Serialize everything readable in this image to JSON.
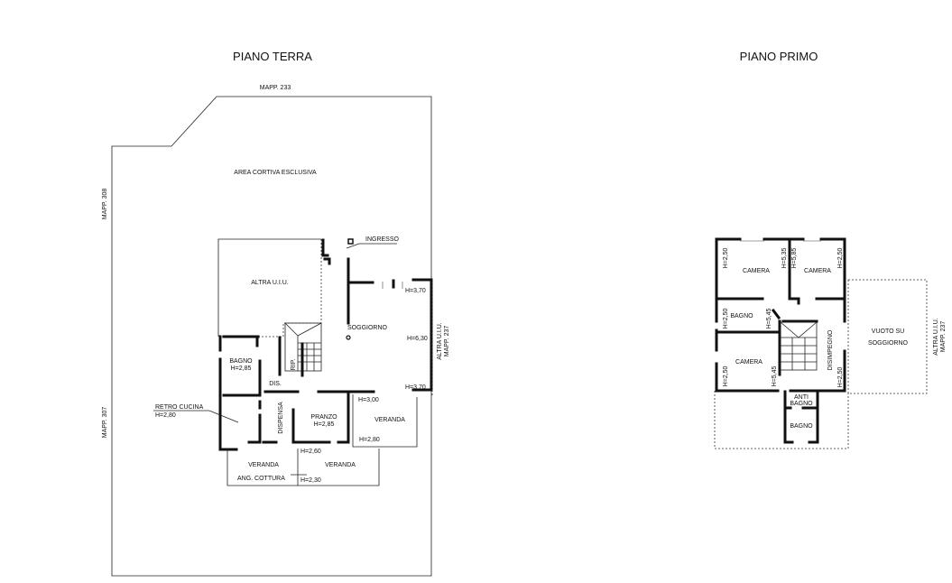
{
  "ground_floor": {
    "title": "PIANO TERRA",
    "parcel_north": "MAPP. 233",
    "parcel_west_top": "MAPP. 308",
    "parcel_west_bottom": "MAPP. 307",
    "courtyard": "AREA CORTIVA ESCLUSIVA",
    "entrance": "INGRESSO",
    "other_unit": "ALTRA U.I.U.",
    "east_unit": "ALTRA U.I.U.",
    "east_parcel": "MAPP. 237",
    "living": "SOGGIORNO",
    "living_h": "H=6,30",
    "living_h_top": "H=3,70",
    "living_h_bottom": "H=3,70",
    "bath": "BAGNO",
    "bath_h": "H=2,85",
    "storage": "RIP.",
    "hall": "DIS.",
    "back_kitchen": "RETRO CUCINA",
    "back_kitchen_h": "H=2,80",
    "pantry": "DISPENSA",
    "dining": "PRANZO",
    "dining_h": "H=2,85",
    "veranda_east": "VERANDA",
    "veranda_east_h_top": "H=3,00",
    "veranda_east_h_bottom": "H=2,80",
    "veranda_sw": "VERANDA",
    "veranda_s": "VERANDA",
    "veranda_h": "H=2,60",
    "cooking": "ANG. COTTURA",
    "cooking_h": "H=2,30"
  },
  "first_floor": {
    "title": "PIANO PRIMO",
    "room1": "CAMERA",
    "room1_h_left": "H=2,50",
    "room1_h_right": "H=5,35",
    "room2": "CAMERA",
    "room2_h_left": "H=5,85",
    "room2_h_right": "H=2,50",
    "bath": "BAGNO",
    "bath_h_left": "H=2,50",
    "bath_h_right": "H=5,45",
    "room3": "CAMERA",
    "room3_h_left": "H=2,50",
    "room3_h_right": "H=5,45",
    "landing": "DISIMPEGNO",
    "landing_h": "H=2,50",
    "antibath_1": "ANTI",
    "antibath_2": "BAGNO",
    "bath2": "BAGNO",
    "void_1": "VUOTO SU",
    "void_2": "SOGGIORNO",
    "east_unit": "ALTRA U.I.U.",
    "east_parcel": "MAPP. 237"
  }
}
